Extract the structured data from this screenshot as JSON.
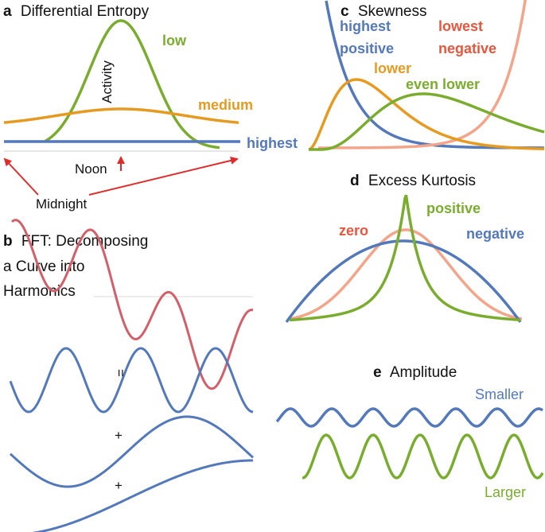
{
  "colors": {
    "green": "#7aac2f",
    "orange": "#e59a22",
    "blue": "#5479bb",
    "red": "#d2606b",
    "salmon": "#f2a58a",
    "redlabel": "#e8563d",
    "arrow": "#e02b2b",
    "ink": "#111111"
  },
  "panel_a": {
    "letter": "a",
    "title": "Differential Entropy",
    "ylabel": "Activity",
    "low": "low",
    "medium": "medium",
    "highest": "highest",
    "noon": "Noon",
    "midnight": "Midnight"
  },
  "panel_b": {
    "letter": "b",
    "title_lines": [
      "FFT: Decomposing",
      "a Curve into",
      "Harmonics"
    ],
    "equals": "=",
    "plus1": "+",
    "plus2": "+"
  },
  "panel_c": {
    "letter": "c",
    "title": "Skewness",
    "highest_positive": [
      "highest",
      "positive"
    ],
    "lowest_negative": [
      "lowest",
      "negative"
    ],
    "lower": "lower",
    "even_lower": "even lower"
  },
  "panel_d": {
    "letter": "d",
    "title": "Excess Kurtosis",
    "zero": "zero",
    "positive": "positive",
    "negative": "negative"
  },
  "panel_e": {
    "letter": "e",
    "title": "Amplitude",
    "smaller": "Smaller",
    "larger": "Larger"
  }
}
